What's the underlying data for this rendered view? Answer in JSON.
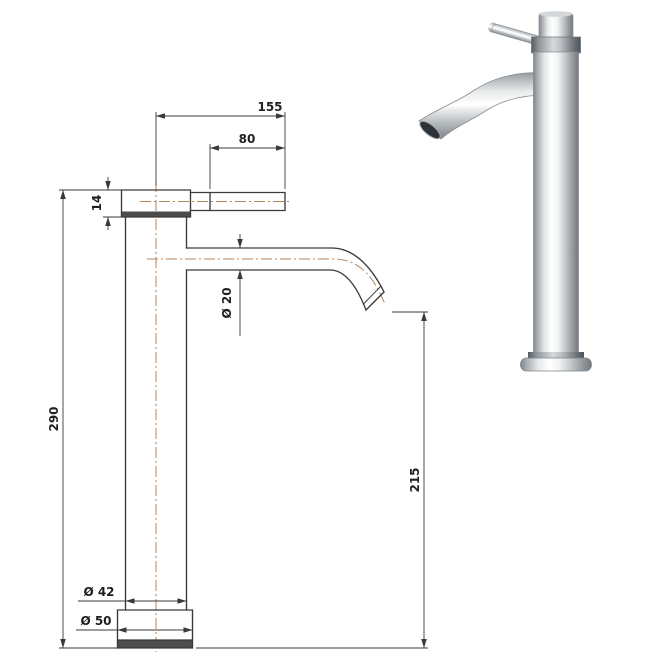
{
  "drawing": {
    "title": "tall-basin-mixer-technical-drawing",
    "dims": {
      "reach": "155",
      "handle": "80",
      "cap": "14",
      "height": "290",
      "spout_dia": "Ø 20",
      "spout_height": "215",
      "body_dia": "Ø 42",
      "base_dia": "Ø 50"
    },
    "colors": {
      "line": "#3a3a3a",
      "centerline": "#b5835a",
      "text": "#1f1f1f",
      "band": "#4d4d4d"
    }
  }
}
